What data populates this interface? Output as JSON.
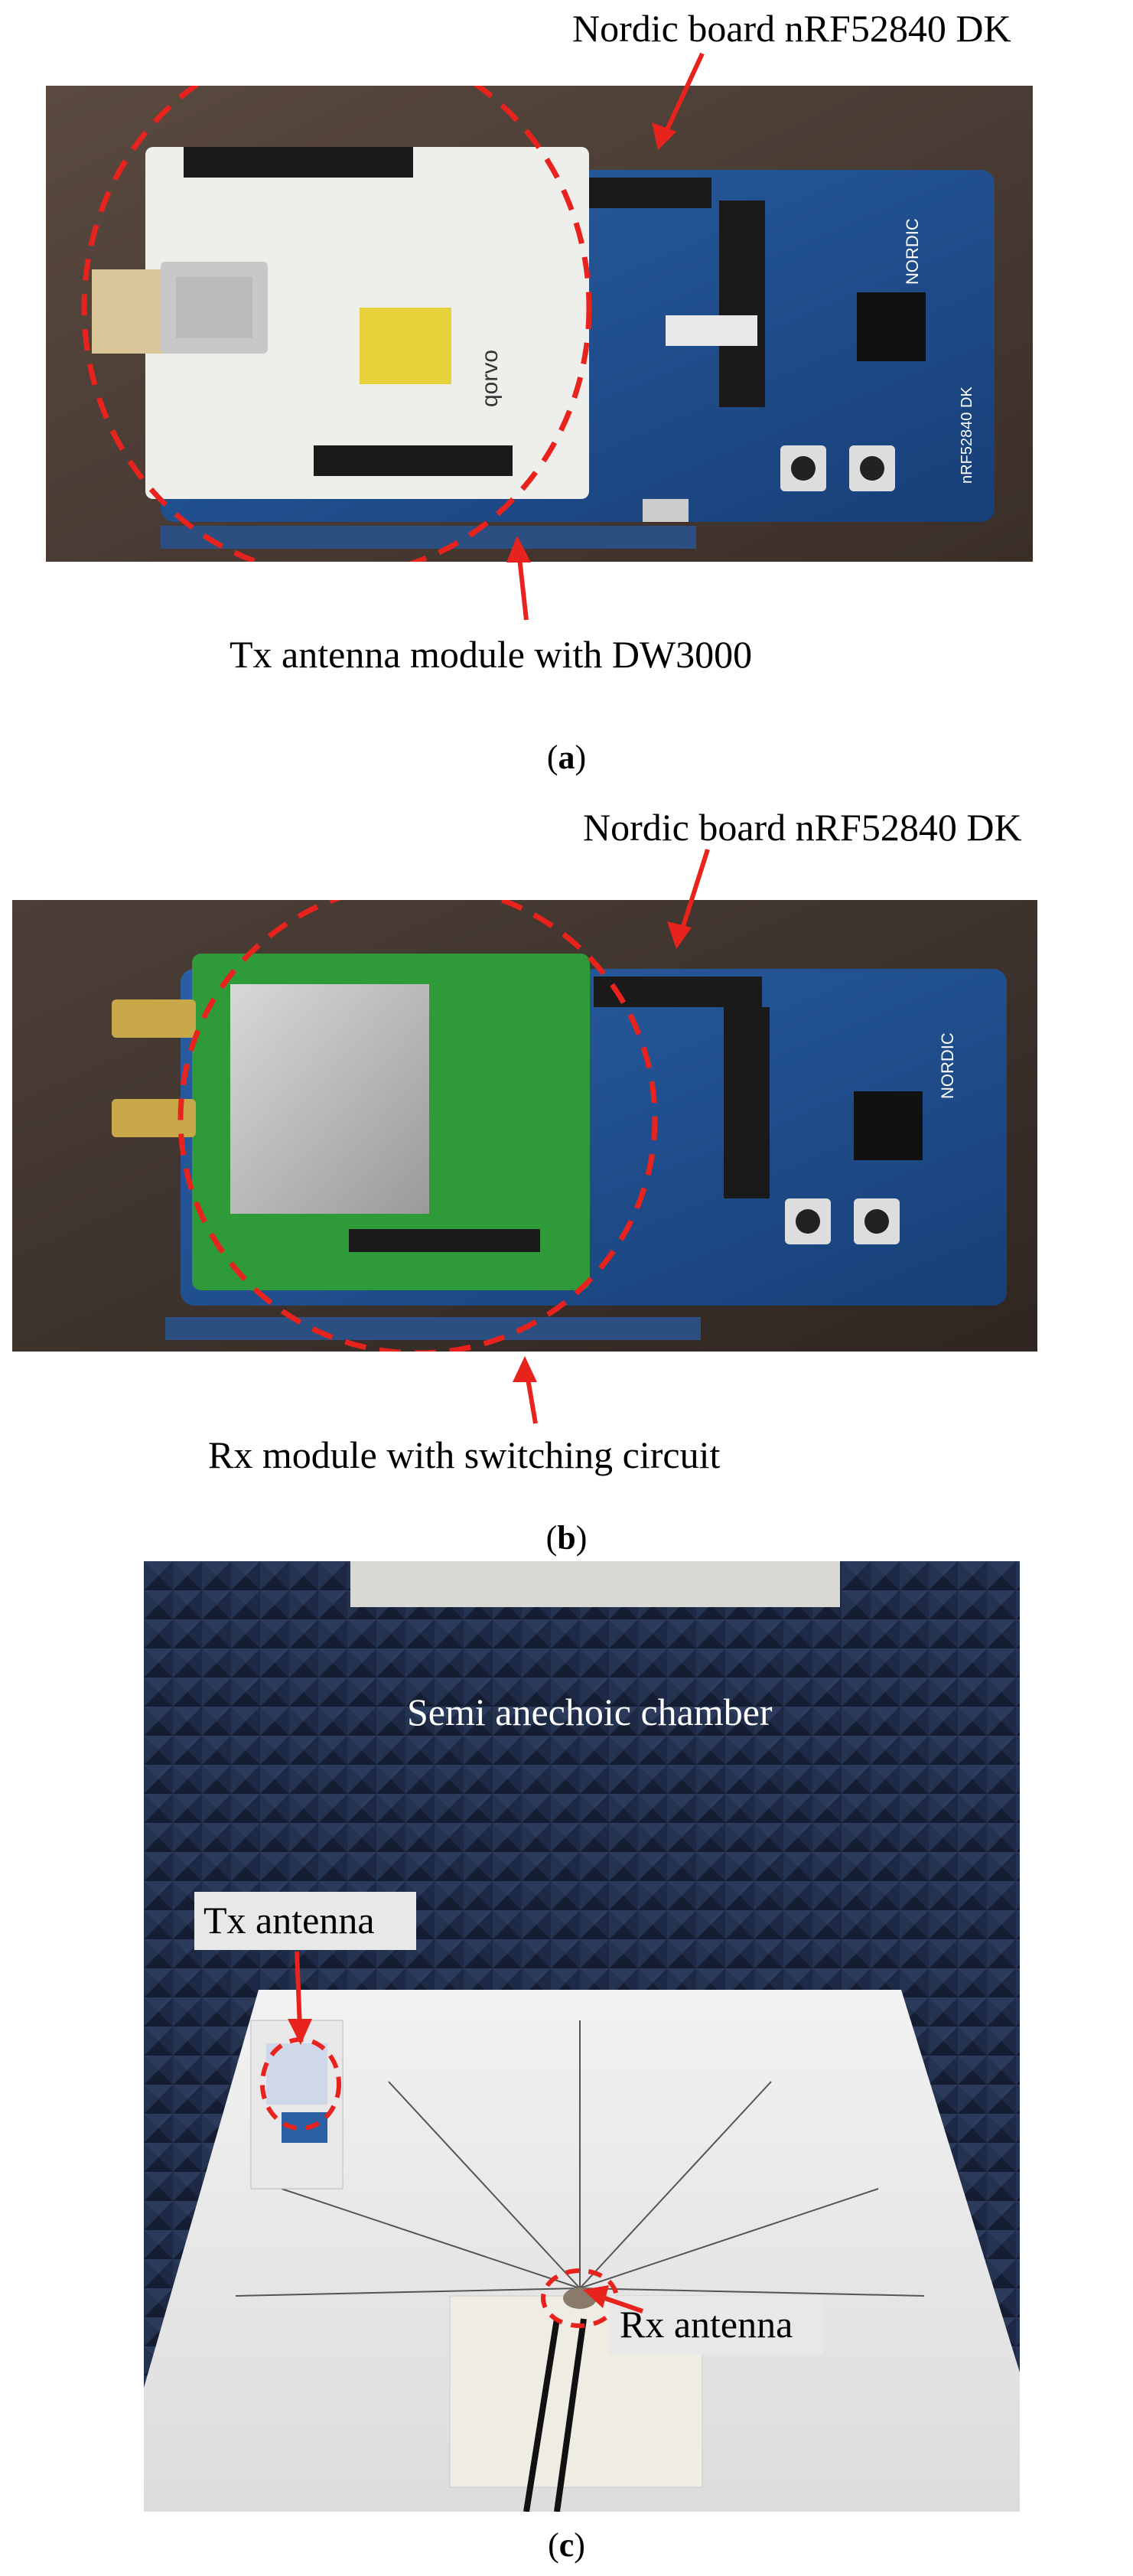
{
  "panel_a": {
    "top_label": "Nordic board nRF52840 DK",
    "bottom_label": "Tx antenna module with DW3000",
    "caption_letter": "a",
    "brand_shield": "qorvo",
    "brand_board": "NORDIC",
    "board_text": "nRF52840 DK"
  },
  "panel_b": {
    "top_label": "Nordic board nRF52840 DK",
    "bottom_label": "Rx module with switching circuit",
    "caption_letter": "b",
    "brand_board": "NORDIC"
  },
  "panel_c": {
    "chamber_label": "Semi anechoic chamber",
    "tx_label": "Tx antenna",
    "rx_label": "Rx antenna",
    "caption_letter": "c"
  },
  "colors": {
    "annotation_red": "#e8221d",
    "pcb_blue": "#1f4f8f",
    "pcb_green": "#2f9a3a",
    "absorber_navy": "#1e2a45"
  }
}
